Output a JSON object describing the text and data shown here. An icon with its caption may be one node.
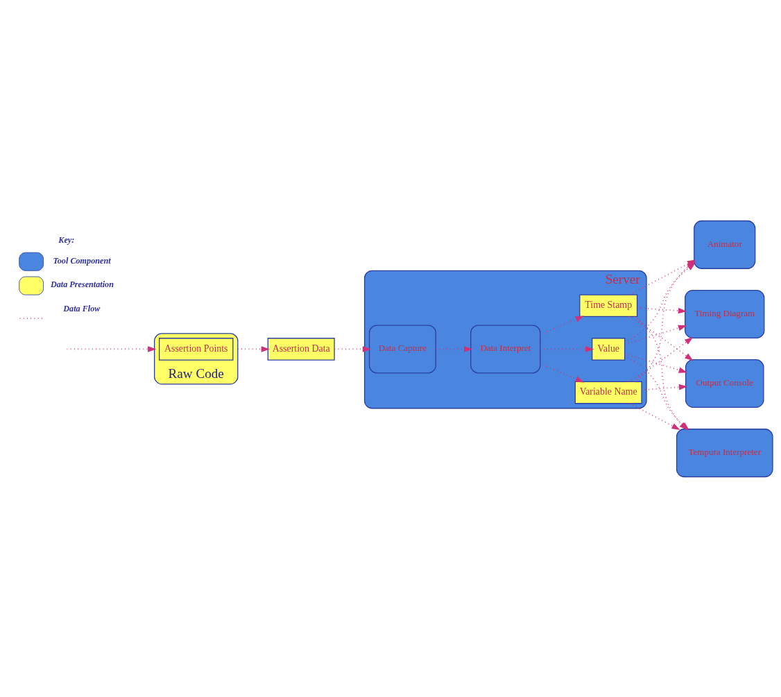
{
  "diagram": {
    "nodes": [
      {
        "text": [
          "Raw Code"
        ]
      },
      {
        "text": [
          "Assertion Points"
        ],
        "in": 0
      },
      {
        "text": [
          "Assertion Data"
        ]
      },
      {
        "text": [
          "Server"
        ]
      },
      {
        "text": [
          "Data Capture"
        ],
        "in": 3
      },
      {
        "text": [
          "Data Interpret"
        ],
        "in": 3
      },
      {
        "text": [
          "Time Stamp"
        ],
        "in": 3
      },
      {
        "text": [
          "Variable Name"
        ],
        "in": 3
      },
      {
        "text": [
          "Value"
        ],
        "in": 3
      },
      {
        "text": [
          "Animator"
        ]
      },
      {
        "text": [
          "Timing Diagram"
        ]
      },
      {
        "text": [
          "Output Console"
        ]
      },
      {
        "text": [
          "Tempura Interpreter"
        ]
      }
    ],
    "edges": [
      {
        "from": null,
        "to": 0,
        "arrow": "to"
      },
      {
        "from": 0,
        "to": 2,
        "arrow": "to"
      },
      {
        "from": 2,
        "to": 4,
        "arrow": "to"
      },
      {
        "from": 4,
        "to": 5,
        "arrow": "to"
      },
      {
        "from": 5,
        "to": 6,
        "arrow": "to"
      },
      {
        "from": 5,
        "to": 7,
        "arrow": "to"
      },
      {
        "from": 5,
        "to": 8,
        "arrow": "to"
      },
      {
        "from": 6,
        "to": 9,
        "arrow": "to"
      },
      {
        "from": 7,
        "to": 9,
        "arrow": "to"
      },
      {
        "from": 8,
        "to": 9,
        "arrow": "to"
      },
      {
        "from": 6,
        "to": 10,
        "arrow": "to"
      },
      {
        "from": 7,
        "to": 10,
        "arrow": "to"
      },
      {
        "from": 8,
        "to": 10,
        "arrow": "to"
      },
      {
        "from": 6,
        "to": 11,
        "arrow": "to"
      },
      {
        "from": 7,
        "to": 11,
        "arrow": "to"
      },
      {
        "from": 8,
        "to": 11,
        "arrow": "to"
      },
      {
        "from": 6,
        "to": 12,
        "arrow": "to"
      },
      {
        "from": 7,
        "to": 12,
        "arrow": "to"
      },
      {
        "from": 8,
        "to": 12,
        "arrow": "to"
      }
    ],
    "labels": [
      "Key:"
    ],
    "legend": [
      {
        "text": "Tool Component",
        "color": "#4a86e0"
      },
      {
        "text": "Data Presentation",
        "color": "#ffff66"
      },
      {
        "text": "Data Flow"
      }
    ]
  }
}
